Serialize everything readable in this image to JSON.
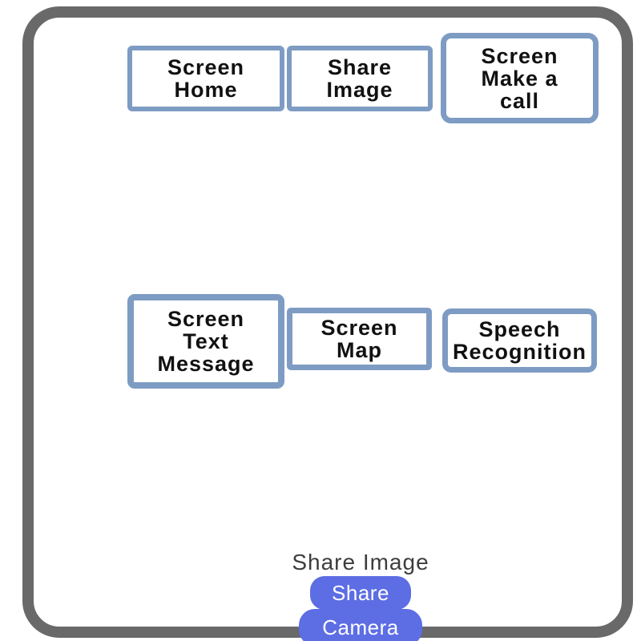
{
  "colors": {
    "frame_border": "#696969",
    "nav_button_border": "#7e9cc3",
    "nav_button_bg": "#ffffff",
    "nav_button_text": "#111111",
    "action_button_bg": "#5d6de4",
    "action_button_text": "#ffffff",
    "section_label_text": "#3d3d3d",
    "background": "#ffffff"
  },
  "nav_buttons": [
    {
      "label": "Screen\nHome"
    },
    {
      "label": "Share\nImage"
    },
    {
      "label": "Screen\nMake a\ncall"
    },
    {
      "label": "Screen\nText\nMessage"
    },
    {
      "label": "Screen\nMap"
    },
    {
      "label": "Speech\nRecognition"
    }
  ],
  "bottom": {
    "section_label": "Share Image",
    "share_button_label": "Share",
    "camera_button_label": "Camera"
  }
}
